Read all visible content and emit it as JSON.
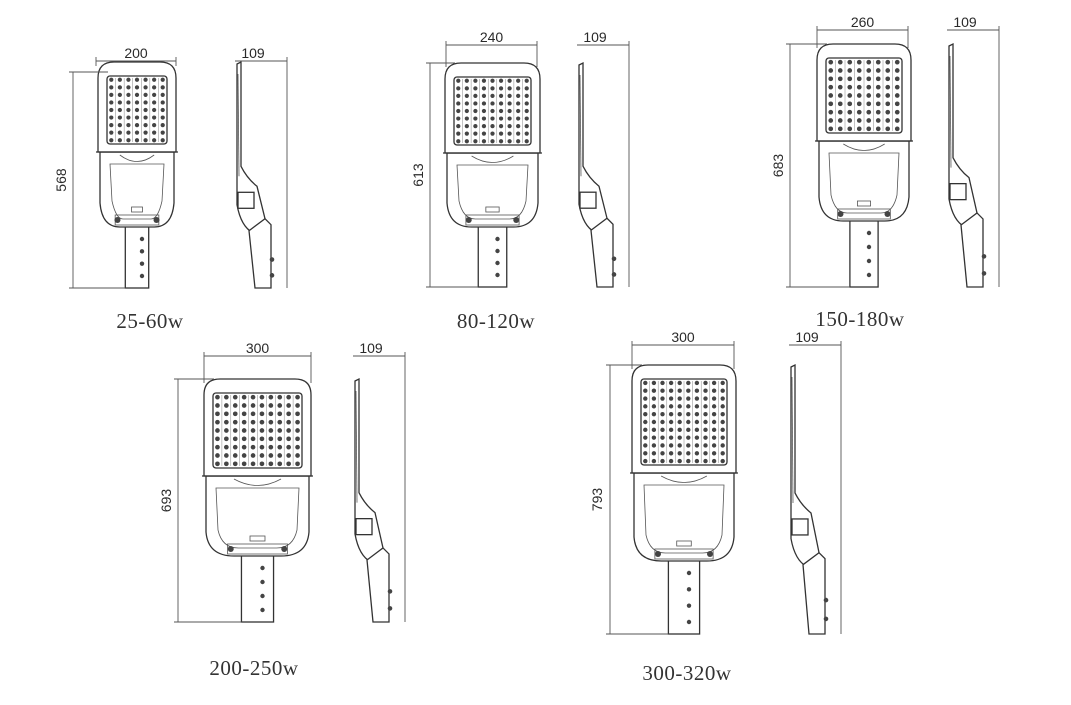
{
  "models": [
    {
      "label": "25-60w",
      "width_mm": "200",
      "height_mm": "568",
      "depth_mm": "109"
    },
    {
      "label": "80-120w",
      "width_mm": "240",
      "height_mm": "613",
      "depth_mm": "109"
    },
    {
      "label": "150-180w",
      "width_mm": "260",
      "height_mm": "683",
      "depth_mm": "109"
    },
    {
      "label": "200-250w",
      "width_mm": "300",
      "height_mm": "693",
      "depth_mm": "109"
    },
    {
      "label": "300-320w",
      "width_mm": "300",
      "height_mm": "793",
      "depth_mm": "109"
    }
  ]
}
